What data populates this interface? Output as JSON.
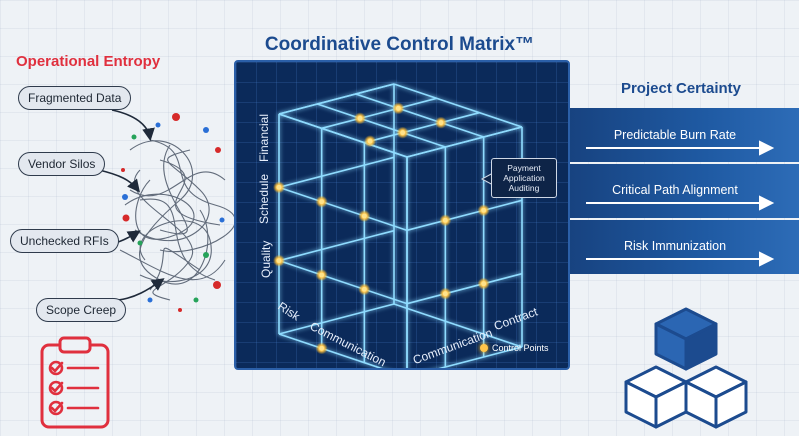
{
  "title": "Coordinative Control Matrix™",
  "left": {
    "heading": "Operational Entropy",
    "items": [
      "Fragmented Data",
      "Vendor Silos",
      "Unchecked RFIs",
      "Scope Creep"
    ]
  },
  "matrix": {
    "vertical_axis": [
      "Financial",
      "Schedule",
      "Quality"
    ],
    "front_axis": [
      "Risk",
      "Communication"
    ],
    "side_axis": [
      "Communication",
      "Contract"
    ],
    "callout": [
      "Payment",
      "Application",
      "Auditing"
    ],
    "legend": "Control Points"
  },
  "right": {
    "heading": "Project Certainty",
    "outcomes": [
      "Predictable Burn Rate",
      "Critical Path Alignment",
      "Risk Immunization"
    ]
  },
  "colors": {
    "title_blue": "#1c4b8f",
    "entropy_red": "#e0303e",
    "matrix_bg": "#0b2a5a",
    "grid_line": "#7fd0ff",
    "control_point": "#ffc54a"
  },
  "icons": [
    "clipboard-checklist-icon",
    "stacked-cubes-icon"
  ]
}
